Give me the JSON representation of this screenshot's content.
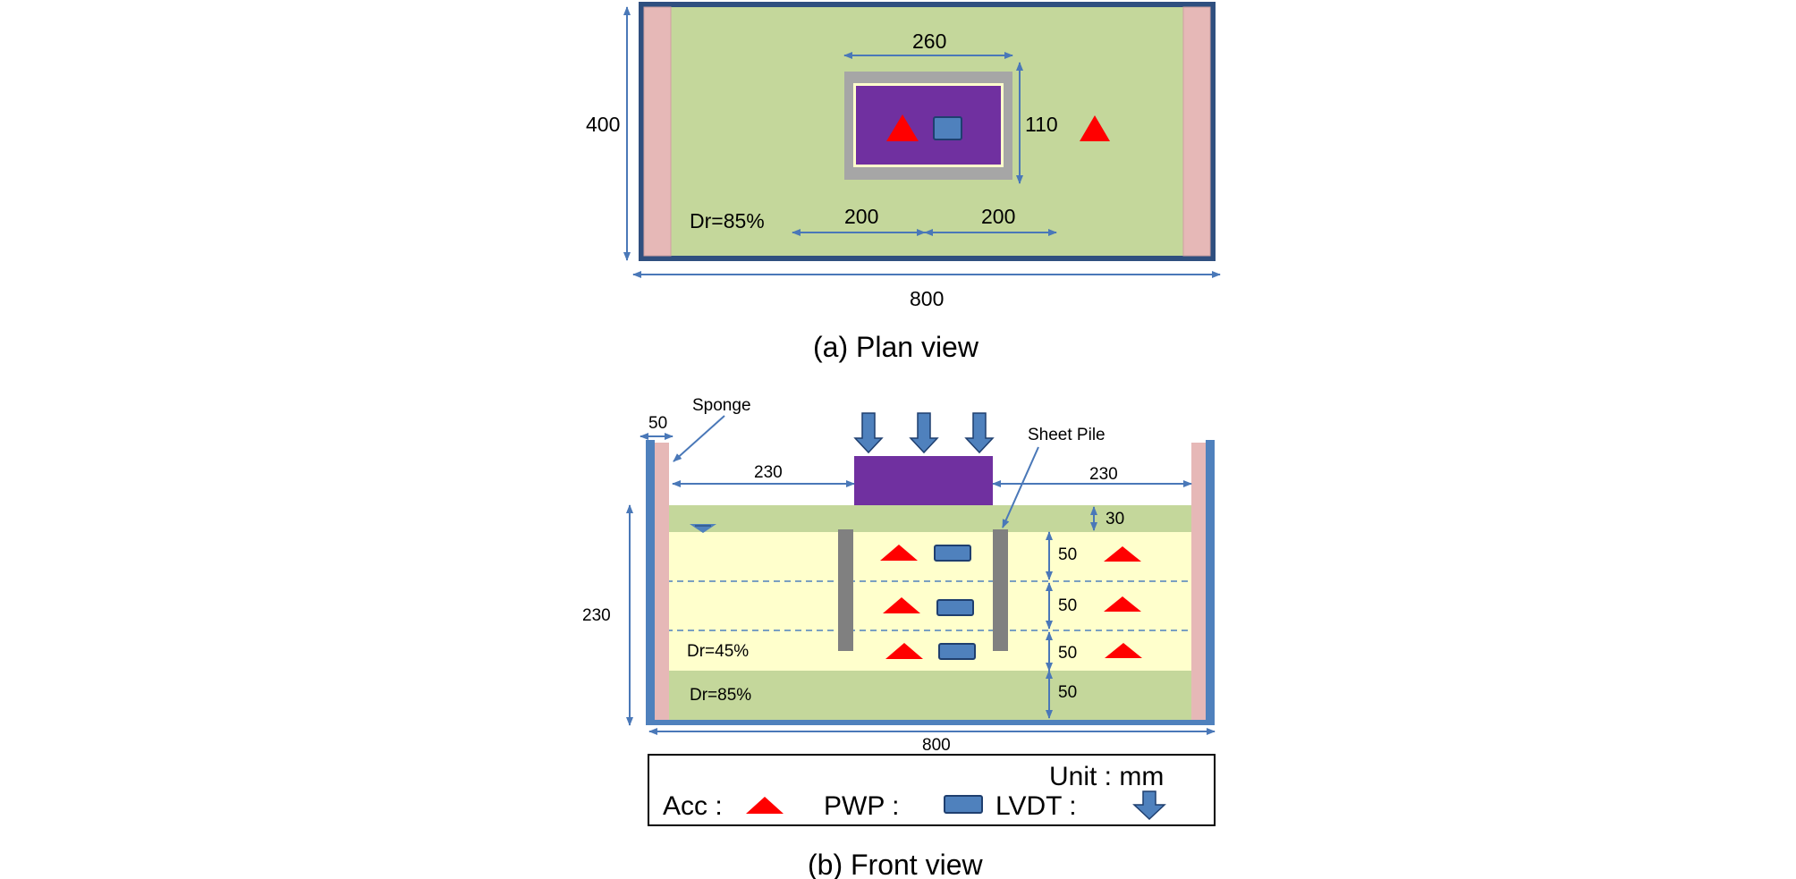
{
  "plan": {
    "caption": "(a)  Plan view",
    "dim_width": "800",
    "dim_height": "400",
    "dim_box_width": "260",
    "dim_box_height": "110",
    "dim_left": "200",
    "dim_right": "200",
    "soil_label": "Dr=85%"
  },
  "front": {
    "caption": "(b)  Front view",
    "sponge_label": "Sponge",
    "sheet_pile_label": "Sheet Pile",
    "dim_sponge": "50",
    "dim_left": "230",
    "dim_right": "230",
    "dim_height": "230",
    "dim_width": "800",
    "dim_top": "30",
    "dim_layer1": "50",
    "dim_layer2": "50",
    "dim_layer3": "50",
    "dim_layer4": "50",
    "loose_label": "Dr=45%",
    "dense_label": "Dr=85%"
  },
  "legend": {
    "unit": "Unit : mm",
    "acc": "Acc :",
    "pwp": "PWP :",
    "lvdt": "LVDT :"
  },
  "colors": {
    "dense_soil": "#c4d79b",
    "loose_soil": "#ffffcc",
    "sponge": "#e6b8b7",
    "wall": "#4f81bd",
    "footing": "#7030a0",
    "frame": "#a6a6a6",
    "acc": "#ff0000",
    "pwp": "#4f81bd",
    "arrow": "#4a78b8"
  }
}
